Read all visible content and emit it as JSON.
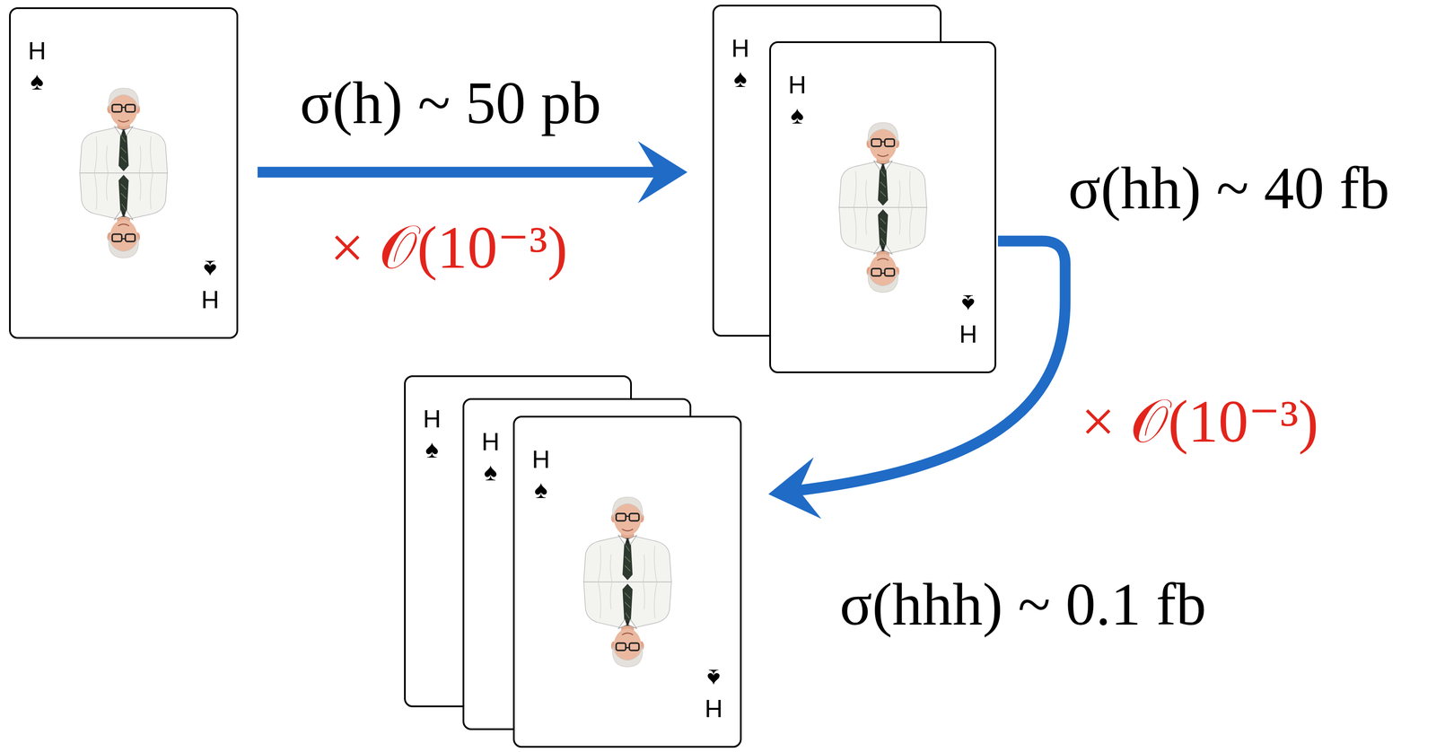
{
  "diagram": {
    "nodes": [
      {
        "text": [
          "H ♠",
          "H ♠"
        ]
      },
      {
        "text": [
          "H ♠"
        ]
      },
      {
        "text": [
          "H ♠",
          "H ♠"
        ]
      },
      {
        "text": [
          "H ♠"
        ]
      },
      {
        "text": [
          "H ♠"
        ]
      },
      {
        "text": [
          "H ♠",
          "H ♠"
        ]
      }
    ],
    "edges": [
      {
        "from": 0,
        "to": 1,
        "arrow": "to",
        "label": "× 𝒪(10⁻³)"
      },
      {
        "from": 2,
        "to": 5,
        "arrow": "to",
        "label": "× 𝒪(10⁻³)"
      }
    ],
    "labels": [
      "σ(h) ~ 50 pb",
      "σ(hh) ~ 40 fb",
      "σ(hhh) ~ 0.1 fb"
    ]
  }
}
